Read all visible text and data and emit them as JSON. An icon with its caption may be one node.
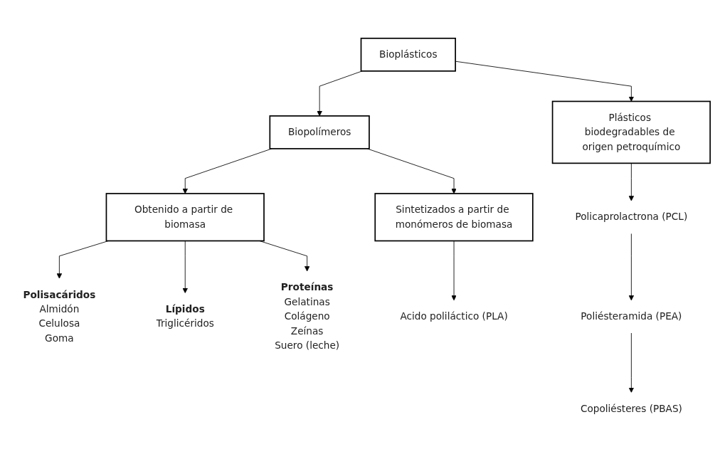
{
  "diagram": {
    "nodes": [
      {
        "text": [
          "Bioplásticos"
        ]
      },
      {
        "text": [
          "Biopolímeros"
        ]
      },
      {
        "text": [
          "Plásticos biodegradables de origen petroquímico"
        ]
      },
      {
        "text": [
          "Obtenido a partir de biomasa"
        ]
      },
      {
        "text": [
          "Sintetizados a partir de monómeros de biomasa"
        ]
      },
      {
        "text": [
          "Polisacáridos",
          "Almidón",
          "Celulosa",
          "Goma"
        ]
      },
      {
        "text": [
          "Lípidos",
          "Triglicéridos"
        ]
      },
      {
        "text": [
          "Proteínas",
          "Gelatinas",
          "Colágeno",
          "Zeínas",
          "Suero (leche)"
        ]
      },
      {
        "text": [
          "Acido poliláctico (PLA)"
        ]
      },
      {
        "text": [
          "Policaprolactrona (PCL)"
        ]
      },
      {
        "text": [
          "Poliésteramida (PEA)"
        ]
      },
      {
        "text": [
          "Copoliésteres (PBAS)"
        ]
      }
    ],
    "edges": [
      {
        "from": 0,
        "to": 1,
        "arrow": "to"
      },
      {
        "from": 0,
        "to": 2,
        "arrow": "to"
      },
      {
        "from": 1,
        "to": 3,
        "arrow": "to"
      },
      {
        "from": 1,
        "to": 4,
        "arrow": "to"
      },
      {
        "from": 3,
        "to": 5,
        "arrow": "to"
      },
      {
        "from": 3,
        "to": 7,
        "arrow": "to"
      },
      {
        "from": 3,
        "to": 6,
        "arrow": "to"
      },
      {
        "from": 4,
        "to": 8,
        "arrow": "to"
      },
      {
        "from": 2,
        "to": 9,
        "arrow": "to"
      },
      {
        "from": 9,
        "to": 10,
        "arrow": "to"
      },
      {
        "from": 10,
        "to": 11,
        "arrow": "to"
      }
    ]
  }
}
